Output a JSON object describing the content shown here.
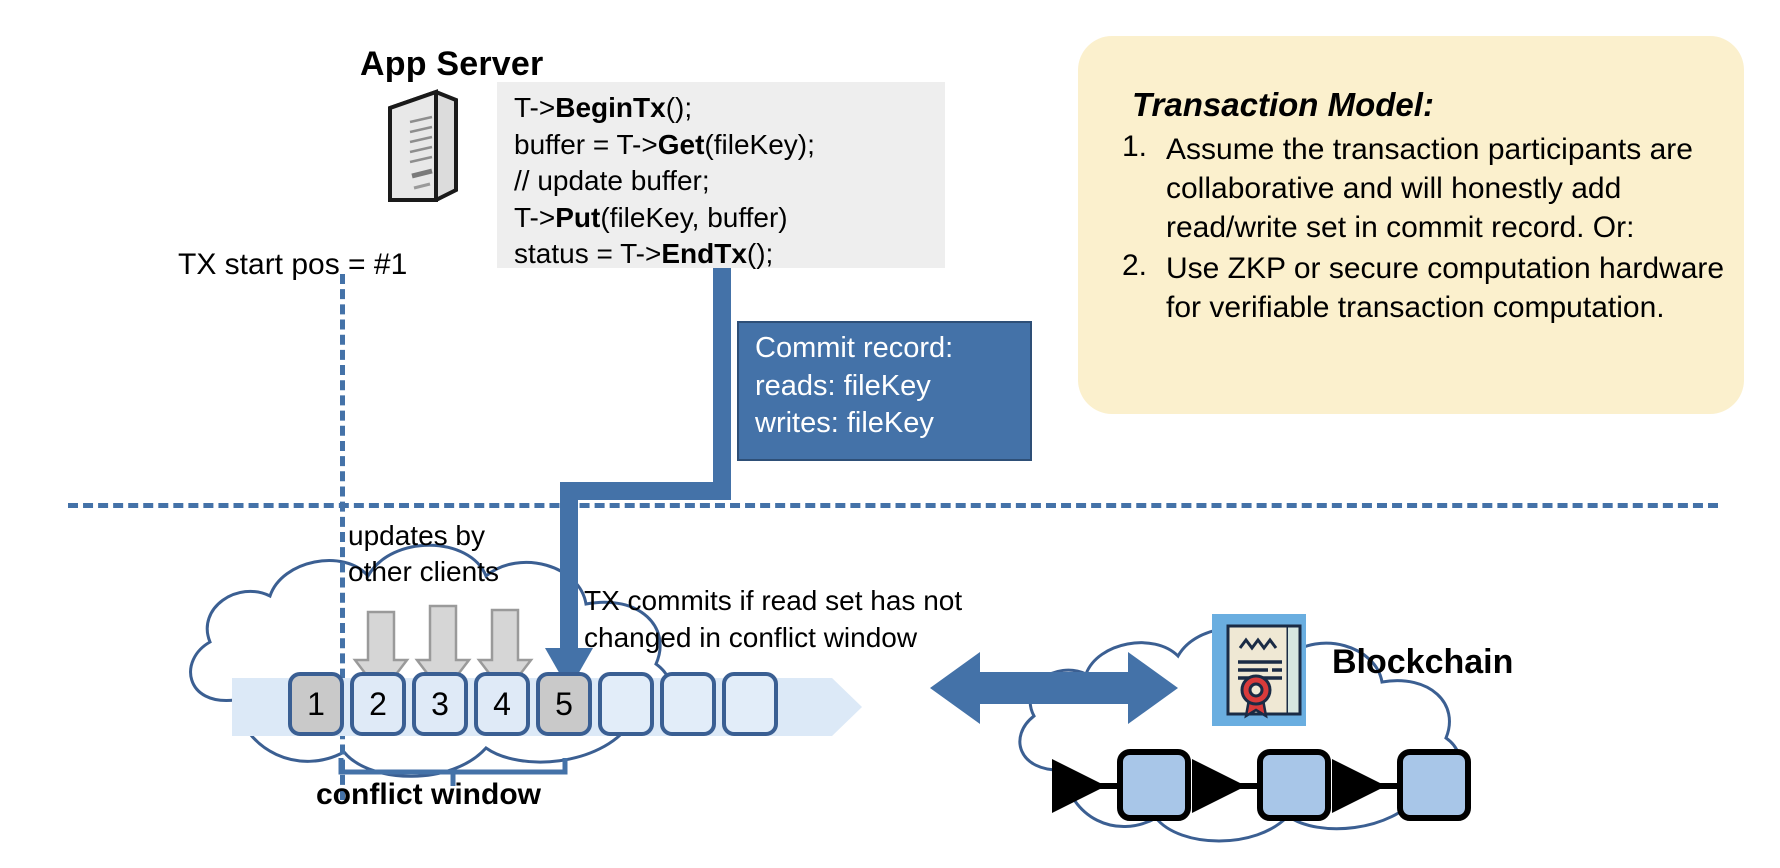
{
  "diagram": {
    "title_app_server": "App Server",
    "tx_start_label": "TX start pos = #1",
    "blockchain_label": "Blockchain",
    "conflict_window_label": "conflict window",
    "updates_label_line1": "updates by",
    "updates_label_line2": "other clients",
    "commits_note_line1": "TX commits if read set has not",
    "commits_note_line2": "changed in conflict window"
  },
  "code": {
    "lines": [
      {
        "pre": "T->",
        "bold": "BeginTx",
        "post": "();"
      },
      {
        "pre": "buffer = T->",
        "bold": "Get",
        "post": "(fileKey);"
      },
      {
        "pre": "// update buffer;",
        "bold": "",
        "post": ""
      },
      {
        "pre": "T->",
        "bold": "Put",
        "post": "(fileKey, buffer)"
      },
      {
        "pre": "status = T->",
        "bold": "EndTx",
        "post": "();"
      }
    ]
  },
  "commit_record": {
    "heading": "Commit record:",
    "reads": "reads: fileKey",
    "writes": "writes: fileKey"
  },
  "model": {
    "title": "Transaction Model:",
    "items": [
      {
        "num": "1.",
        "text": "Assume the transaction participants are collaborative and will honestly add read/write set in commit record.  Or:"
      },
      {
        "num": "2.",
        "text": "Use ZKP or secure computation hardware for verifiable transaction computation."
      }
    ]
  },
  "log": {
    "cells": [
      {
        "label": "1",
        "state": "filled"
      },
      {
        "label": "2",
        "state": "normal"
      },
      {
        "label": "3",
        "state": "normal"
      },
      {
        "label": "4",
        "state": "normal"
      },
      {
        "label": "5",
        "state": "filled"
      },
      {
        "label": "",
        "state": "empty"
      },
      {
        "label": "",
        "state": "empty"
      },
      {
        "label": "",
        "state": "empty"
      }
    ]
  },
  "colors": {
    "accent_blue": "#4472a8",
    "commit_box": "#4472a8",
    "model_box": "#fbf0cd",
    "code_box": "#eeeeee",
    "log_cell_filled": "#c9c9c9",
    "log_cell_normal": "#dfeaf7",
    "cloud_stroke": "#3b5f92"
  },
  "icons": {
    "server": "server-tower-icon",
    "certificate": "certificate-seal-icon",
    "cloud_left": "cloud-icon",
    "cloud_right": "cloud-icon"
  }
}
